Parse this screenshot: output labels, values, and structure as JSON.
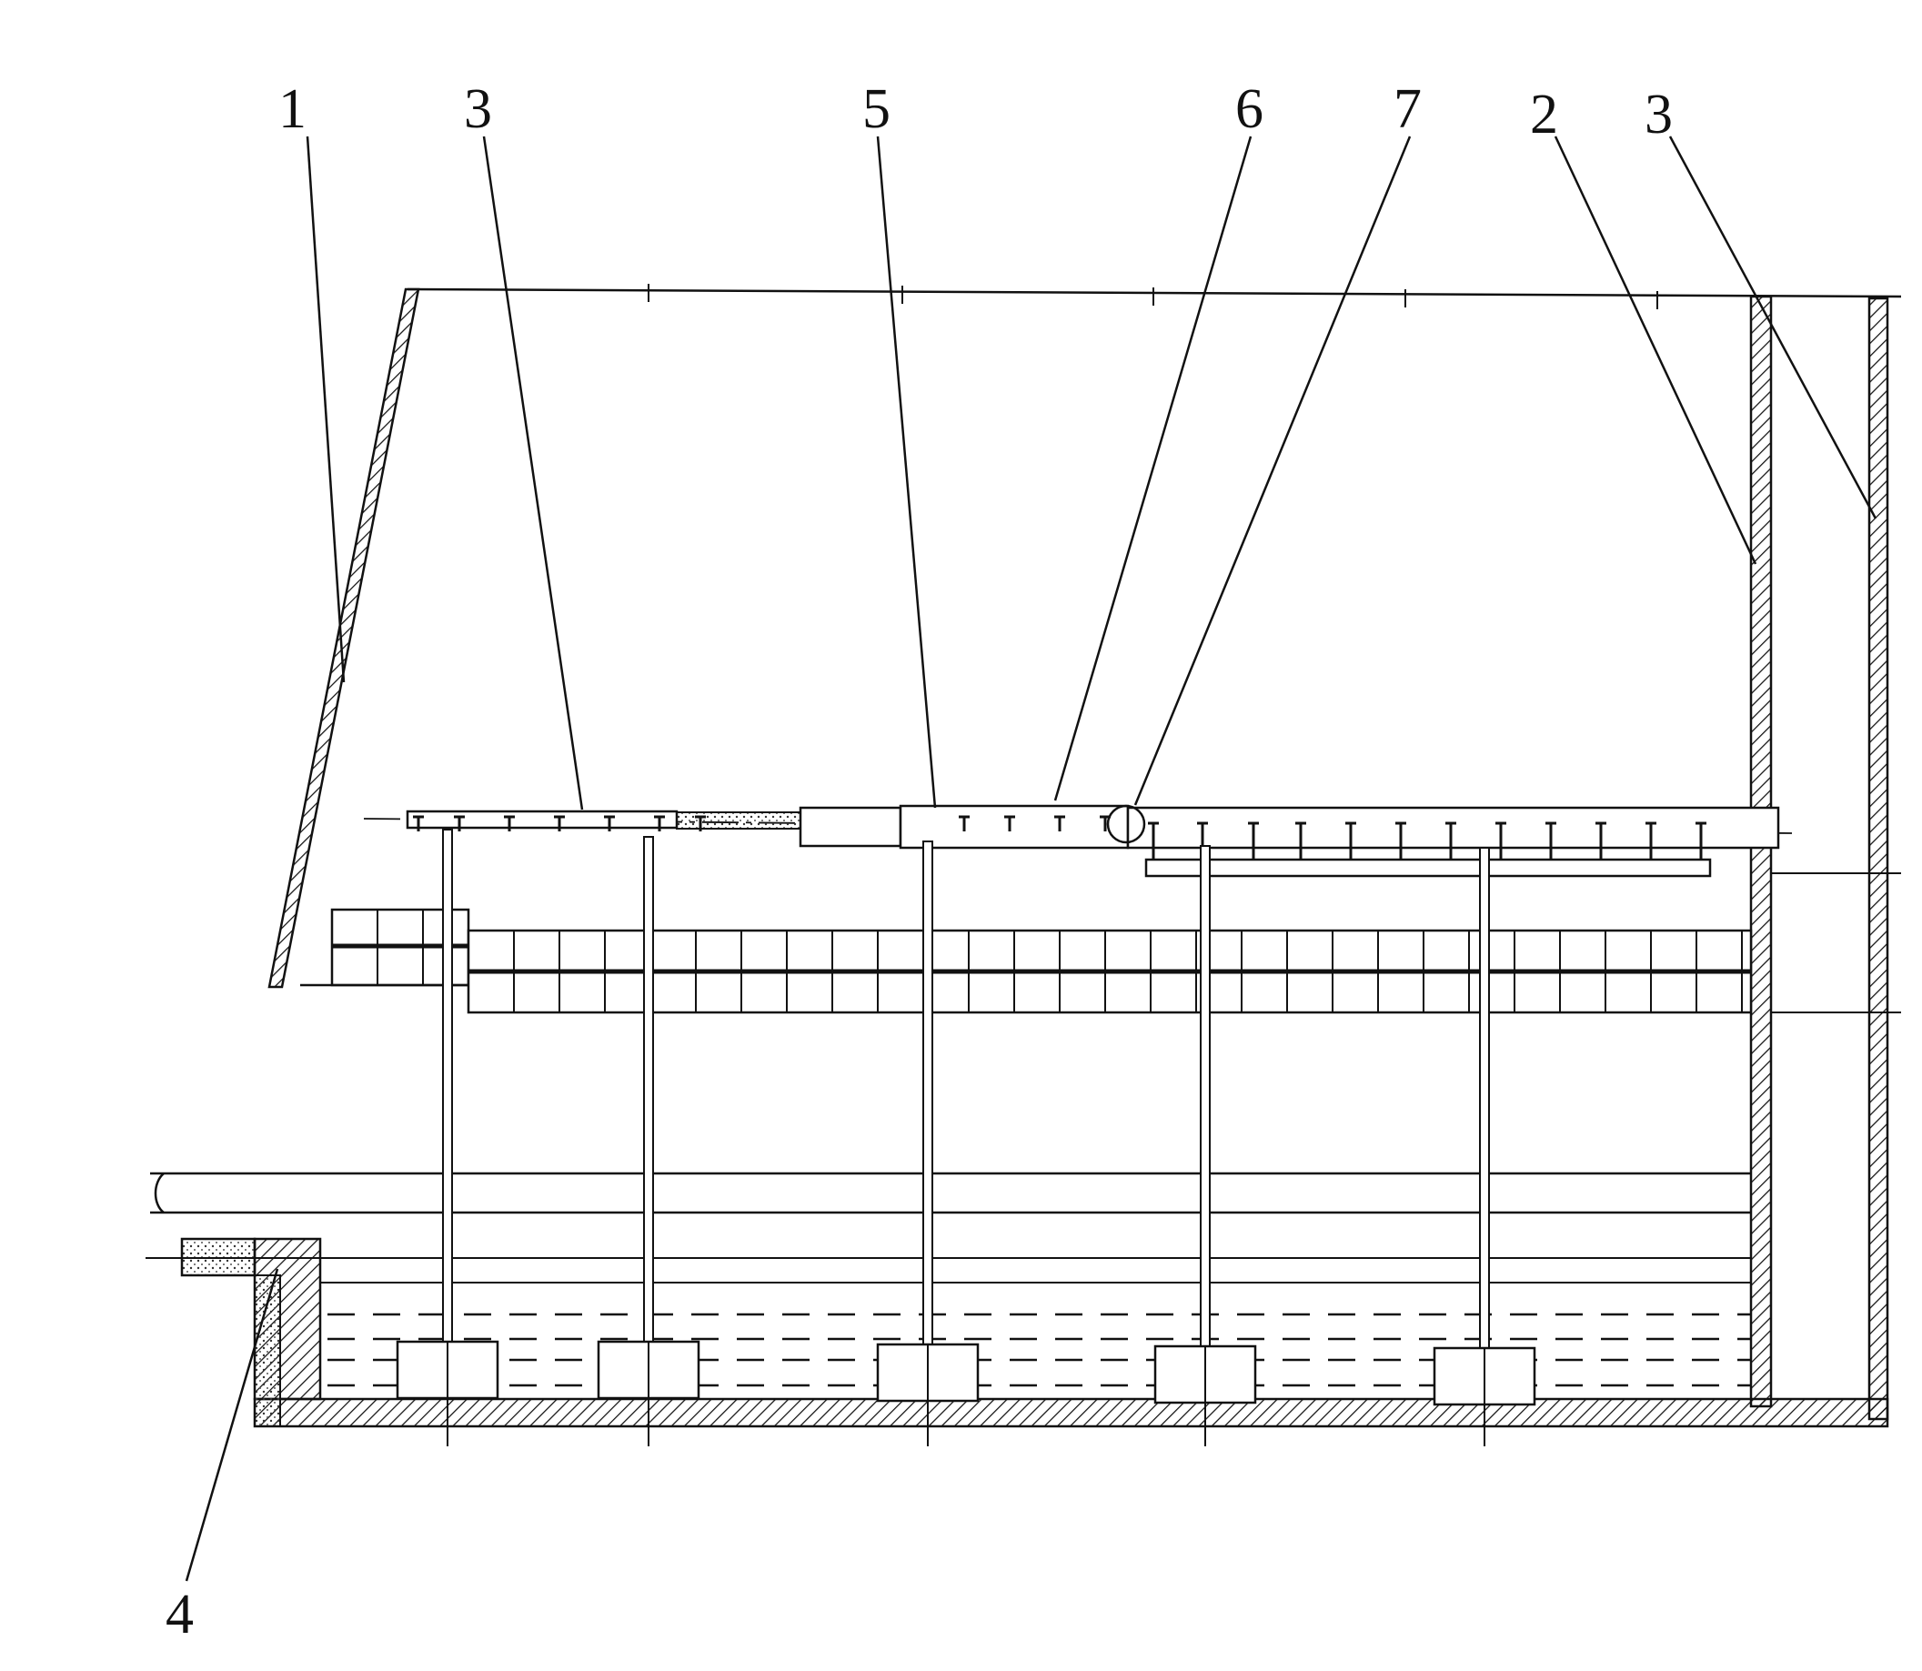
{
  "callouts": [
    {
      "id": "c1",
      "text": "1"
    },
    {
      "id": "c3a",
      "text": "3"
    },
    {
      "id": "c5",
      "text": "5"
    },
    {
      "id": "c6",
      "text": "6"
    },
    {
      "id": "c7",
      "text": "7"
    },
    {
      "id": "c2",
      "text": "2"
    },
    {
      "id": "c3b",
      "text": "3"
    },
    {
      "id": "c4",
      "text": "4"
    }
  ],
  "colors": {
    "ink": "#111111",
    "paper": "#ffffff"
  }
}
